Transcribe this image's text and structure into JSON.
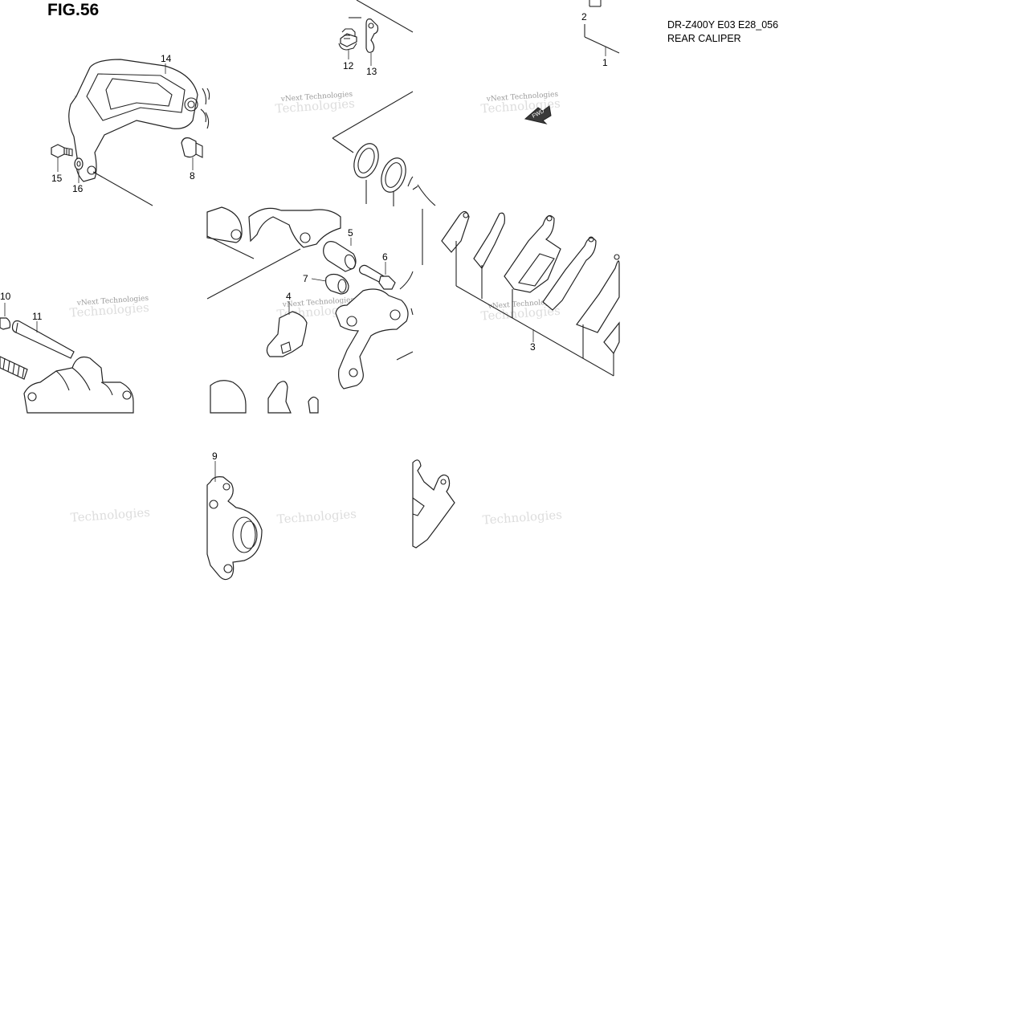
{
  "figure": {
    "title": "FIG.56",
    "model_code": "DR-Z400Y E03 E28_056",
    "caption": "REAR CALIPER",
    "fwd_label": "FWD",
    "watermark_line1": "vNext Technologies",
    "watermark_line2": "Technologies"
  },
  "callouts": [
    {
      "id": "1",
      "label": "1"
    },
    {
      "id": "2",
      "label": "2"
    },
    {
      "id": "3",
      "label": "3"
    },
    {
      "id": "4",
      "label": "4"
    },
    {
      "id": "5",
      "label": "5"
    },
    {
      "id": "6",
      "label": "6"
    },
    {
      "id": "7",
      "label": "7"
    },
    {
      "id": "8",
      "label": "8"
    },
    {
      "id": "9",
      "label": "9"
    },
    {
      "id": "10",
      "label": "10"
    },
    {
      "id": "11",
      "label": "11"
    },
    {
      "id": "12",
      "label": "12"
    },
    {
      "id": "13",
      "label": "13"
    },
    {
      "id": "14",
      "label": "14"
    },
    {
      "id": "15",
      "label": "15"
    },
    {
      "id": "16",
      "label": "16"
    }
  ],
  "colors": {
    "line": "#222222",
    "background": "#ffffff",
    "watermark": "#9a9a9a"
  },
  "icons": {
    "fwd_arrow": "fwd-arrow-icon"
  }
}
